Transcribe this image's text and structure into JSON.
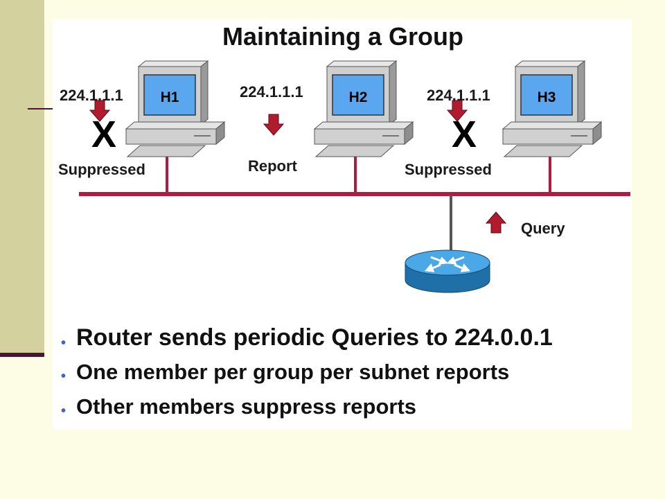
{
  "title": "Maintaining a Group",
  "hosts": [
    {
      "label": "H1",
      "group_address": "224.1.1.1",
      "status": "Suppressed"
    },
    {
      "label": "H2",
      "group_address": "224.1.1.1",
      "status": "Report"
    },
    {
      "label": "H3",
      "group_address": "224.1.1.1",
      "status": "Suppressed"
    }
  ],
  "router": {
    "message": "Query"
  },
  "suppressed_mark": "X",
  "bullets": [
    "Router sends periodic Queries to 224.0.0.1",
    "One member per group per subnet reports",
    "Other members suppress reports"
  ],
  "colors": {
    "background": "#fdfde6",
    "side_bar": "#d3d19e",
    "accent_dark": "#4a1535",
    "network_line": "#b01c3f",
    "arrow": "#b01c2e",
    "screen": "#4b9bee",
    "router": "#2f8fcf",
    "bullet_dot": "#3f63c8"
  }
}
